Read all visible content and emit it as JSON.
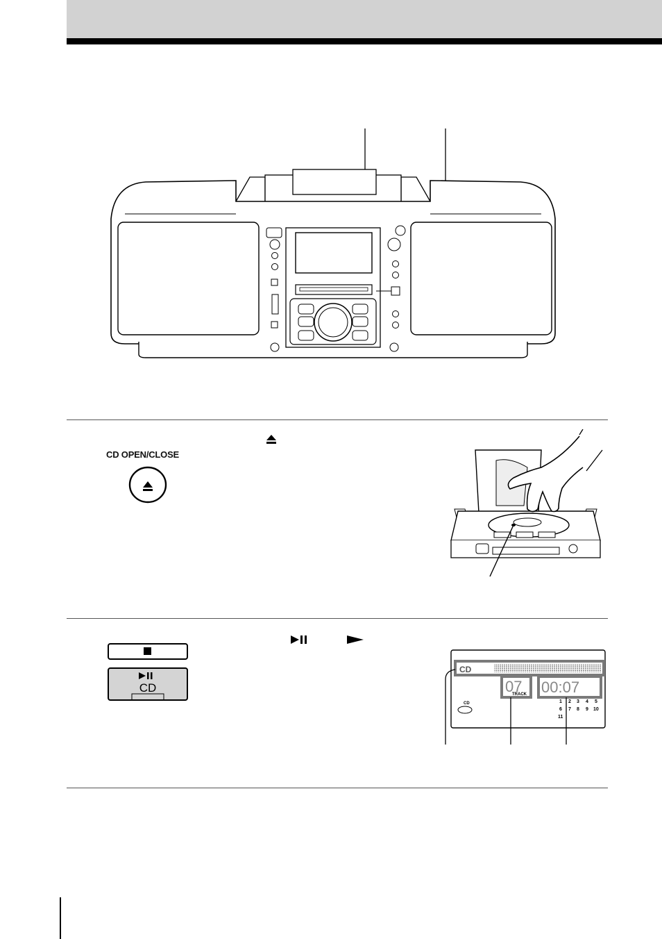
{
  "step1": {
    "button_label": "CD OPEN/CLOSE"
  },
  "step2": {
    "play_pause_button_label": "CD"
  },
  "display": {
    "text_segment": "CD",
    "track_digits": "07",
    "track_label": "TRACK",
    "time_digits": "00:07",
    "cd_icon_label": "CD",
    "music_calendar": [
      "1",
      "2",
      "3",
      "4",
      "5",
      "6",
      "7",
      "8",
      "9",
      "10",
      "11"
    ]
  },
  "colors": {
    "header_band": "#d2d2d2",
    "display_highlight": "#7a7a7a",
    "button_fill": "#d4d4d4"
  }
}
